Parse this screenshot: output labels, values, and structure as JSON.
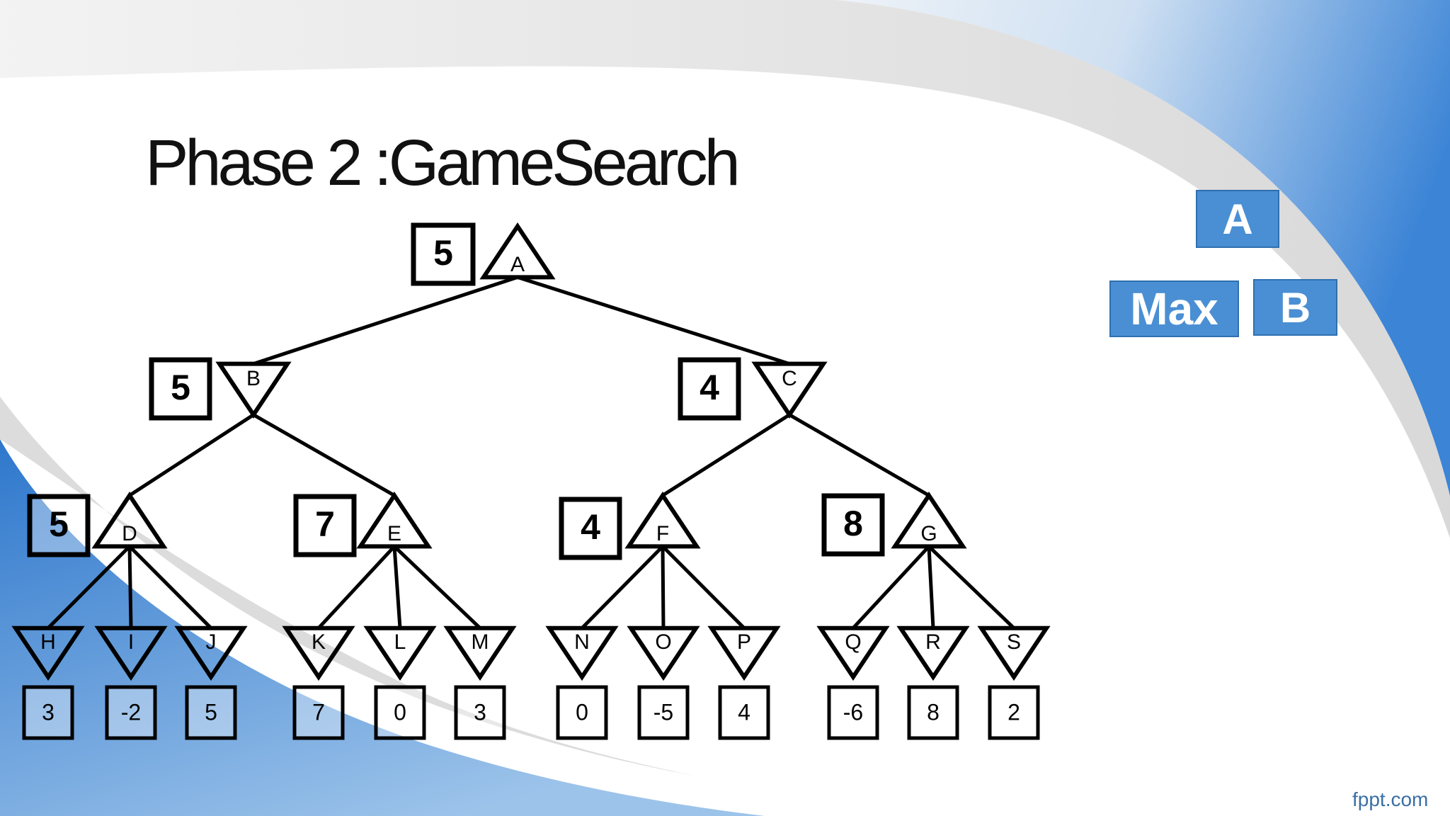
{
  "slide": {
    "title": "Phase 2 :GameSearch",
    "footer": "fppt.com",
    "colors": {
      "accent_blue": "#3d86d6",
      "box_fill": "#4a8fd3",
      "ink": "#000000"
    }
  },
  "legend": {
    "top": "A",
    "left": "Max",
    "right": "B"
  },
  "tree": {
    "nodes": [
      {
        "id": "A",
        "kind": "max",
        "value": "5"
      },
      {
        "id": "B",
        "kind": "min",
        "value": "5",
        "parent": "A"
      },
      {
        "id": "C",
        "kind": "min",
        "value": "4",
        "parent": "A"
      },
      {
        "id": "D",
        "kind": "max",
        "value": "5",
        "parent": "B"
      },
      {
        "id": "E",
        "kind": "max",
        "value": "7",
        "parent": "B"
      },
      {
        "id": "F",
        "kind": "max",
        "value": "4",
        "parent": "C"
      },
      {
        "id": "G",
        "kind": "max",
        "value": "8",
        "parent": "C"
      },
      {
        "id": "H",
        "kind": "min",
        "value": "3",
        "parent": "D"
      },
      {
        "id": "I",
        "kind": "min",
        "value": "-2",
        "parent": "D"
      },
      {
        "id": "J",
        "kind": "min",
        "value": "5",
        "parent": "D"
      },
      {
        "id": "K",
        "kind": "min",
        "value": "7",
        "parent": "E"
      },
      {
        "id": "L",
        "kind": "min",
        "value": "0",
        "parent": "E"
      },
      {
        "id": "M",
        "kind": "min",
        "value": "3",
        "parent": "E"
      },
      {
        "id": "N",
        "kind": "min",
        "value": "0",
        "parent": "F"
      },
      {
        "id": "O",
        "kind": "min",
        "value": "-5",
        "parent": "F"
      },
      {
        "id": "P",
        "kind": "min",
        "value": "4",
        "parent": "F"
      },
      {
        "id": "Q",
        "kind": "min",
        "value": "-6",
        "parent": "G"
      },
      {
        "id": "R",
        "kind": "min",
        "value": "8",
        "parent": "G"
      },
      {
        "id": "S",
        "kind": "min",
        "value": "2",
        "parent": "G"
      }
    ]
  }
}
